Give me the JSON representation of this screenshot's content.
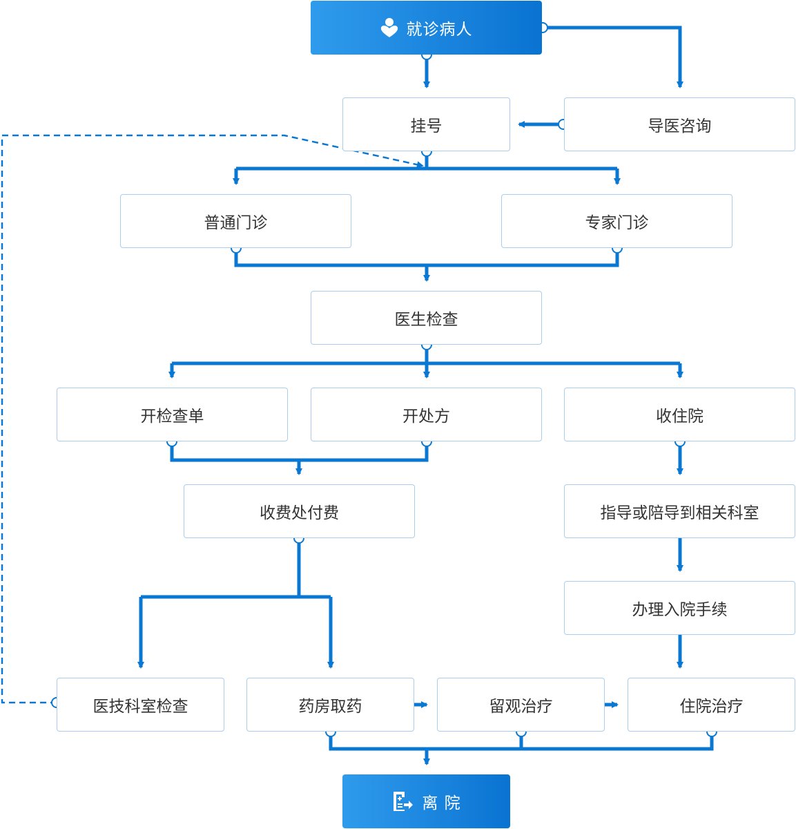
{
  "colors": {
    "connector": "#0a78d3",
    "box_border": "#a9cdee",
    "primary_start": "#2f9bec",
    "primary_end": "#0a73d2"
  },
  "nodes": {
    "patient": {
      "label": "就诊病人",
      "icon": "person-heart-icon"
    },
    "register": {
      "label": "挂号"
    },
    "guide_consult": {
      "label": "导医咨询"
    },
    "general_clinic": {
      "label": "普通门诊"
    },
    "expert_clinic": {
      "label": "专家门诊"
    },
    "doctor_exam": {
      "label": "医生检查"
    },
    "exam_order": {
      "label": "开检查单"
    },
    "prescription": {
      "label": "开处方"
    },
    "admission": {
      "label": "收住院"
    },
    "payment": {
      "label": "收费处付费"
    },
    "escort": {
      "label": "指导或陪导到相关科室"
    },
    "admission_procedure": {
      "label": "办理入院手续"
    },
    "tech_exam": {
      "label": "医技科室检查"
    },
    "pharmacy": {
      "label": "药房取药"
    },
    "observation": {
      "label": "留观治疗"
    },
    "inpatient": {
      "label": "住院治疗"
    },
    "discharge": {
      "label": "离 院",
      "icon": "hospital-exit-icon"
    }
  }
}
